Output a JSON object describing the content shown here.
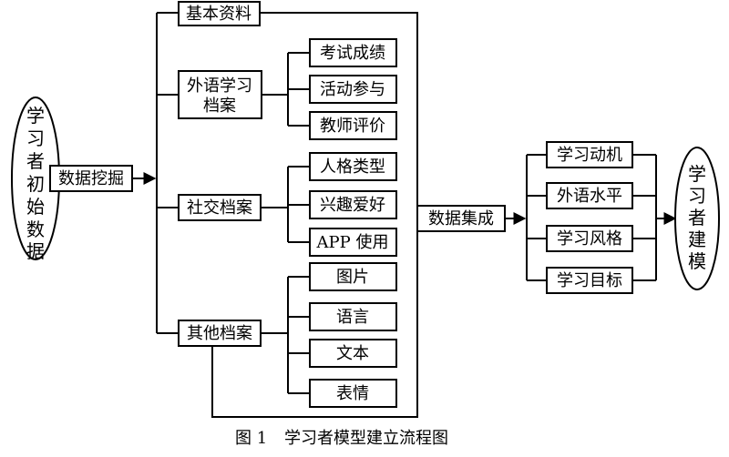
{
  "source_node": {
    "label": "学习者初始数据",
    "chars": [
      "学",
      "习",
      "者",
      "初",
      "始",
      "数",
      "据"
    ]
  },
  "mining_step": {
    "label": "数据挖掘"
  },
  "archives": {
    "basic": {
      "label": "基本资料"
    },
    "foreign_language": {
      "label_line1": "外语学习",
      "label_line2": "档案",
      "items": [
        "考试成绩",
        "活动参与",
        "教师评价"
      ]
    },
    "social": {
      "label": "社交档案",
      "items": [
        "人格类型",
        "兴趣爱好",
        "APP 使用"
      ]
    },
    "other": {
      "label": "其他档案",
      "items": [
        "图片",
        "语言",
        "文本",
        "表情"
      ]
    }
  },
  "integration_step": {
    "label": "数据集成"
  },
  "outputs": {
    "items": [
      "学习动机",
      "外语水平",
      "学习风格",
      "学习目标"
    ]
  },
  "target_node": {
    "label": "学习者建模",
    "chars": [
      "学",
      "习",
      "者",
      "建",
      "模"
    ]
  },
  "caption": {
    "number": "图 1",
    "title": "学习者模型建立流程图"
  }
}
